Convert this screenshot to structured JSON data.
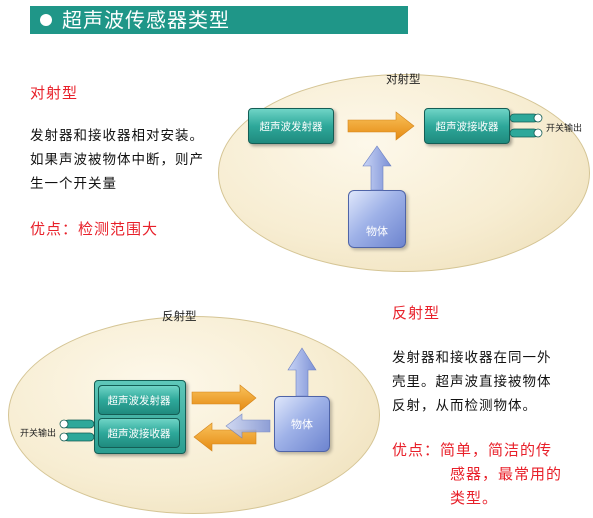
{
  "title": "超声波传感器类型",
  "colors": {
    "title_bar": "#1f9688",
    "heading_red": "#e8202a",
    "device_teal": "#2ea89a",
    "arrow_orange": "#f2a02a",
    "object_blue": "#8fa4e0",
    "ellipse_fill": "#f7edd2"
  },
  "through_beam": {
    "heading": "对射型",
    "description_lines": [
      "发射器和接收器相对安装。",
      "如果声波被物体中断，则产",
      "生一个开关量"
    ],
    "advantage": "优点：检测范围大",
    "diagram": {
      "caption": "对射型",
      "emitter_label": "超声波发射器",
      "receiver_label": "超声波接收器",
      "object_label": "物体",
      "output_label": "开关输出"
    }
  },
  "reflective": {
    "heading": "反射型",
    "description_lines": [
      "发射器和接收器在同一外",
      "壳里。超声波直接被物体",
      "反射，从而检测物体。"
    ],
    "advantage_line1": "优点：简单，简洁的传",
    "advantage_line2": "感器，最常用的",
    "advantage_line3": "类型。",
    "diagram": {
      "caption": "反射型",
      "emitter_label": "超声波发射器",
      "receiver_label": "超声波接收器",
      "object_label": "物体",
      "output_label": "开关输出"
    }
  }
}
